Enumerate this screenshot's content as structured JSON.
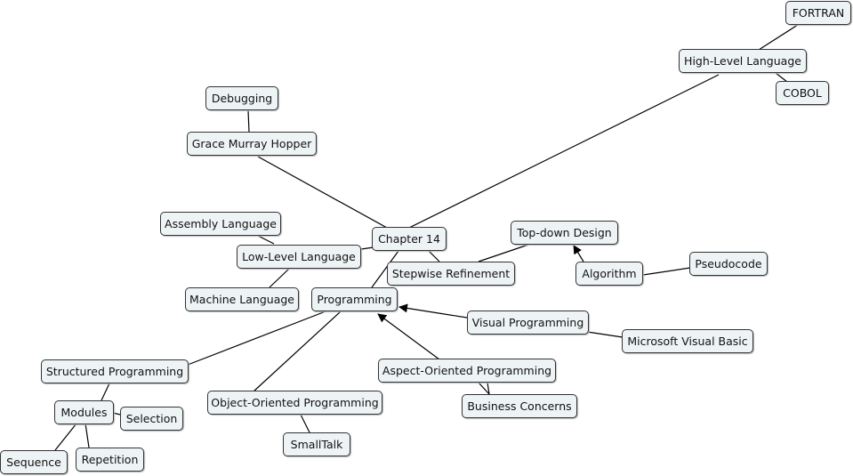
{
  "nodes": {
    "fortran": "FORTRAN",
    "high_level_language": "High-Level Language",
    "cobol": "COBOL",
    "debugging": "Debugging",
    "grace_murray_hopper": "Grace Murray Hopper",
    "assembly_language": "Assembly Language",
    "chapter_14": "Chapter 14",
    "top_down_design": "Top-down Design",
    "low_level_language": "Low-Level Language",
    "stepwise_refinement": "Stepwise Refinement",
    "algorithm": "Algorithm",
    "pseudocode": "Pseudocode",
    "machine_language": "Machine Language",
    "programming": "Programming",
    "visual_programming": "Visual Programming",
    "microsoft_visual_basic": "Microsoft Visual Basic",
    "structured_programming": "Structured Programming",
    "aspect_oriented_programming": "Aspect-Oriented Programming",
    "object_oriented_programming": "Object-Oriented Programming",
    "business_concerns": "Business Concerns",
    "modules": "Modules",
    "selection": "Selection",
    "smalltalk": "SmallTalk",
    "sequence": "Sequence",
    "repetition": "Repetition"
  }
}
